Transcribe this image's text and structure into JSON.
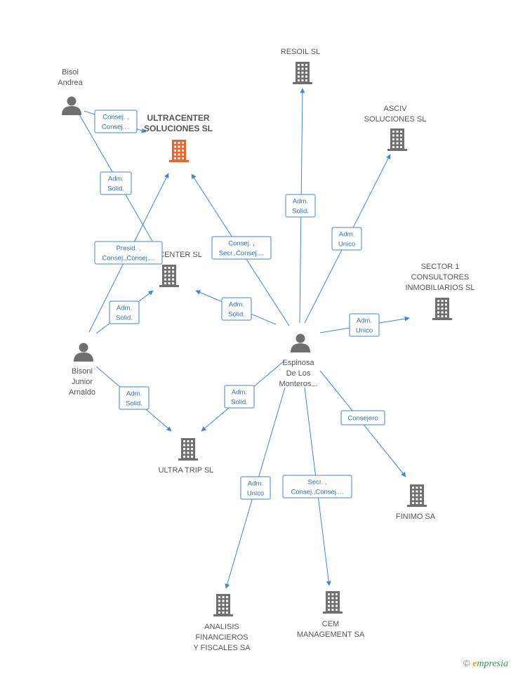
{
  "colors": {
    "edge": "#3f86d9",
    "building": "#6f6f6f",
    "main_building": "#f2622e",
    "person": "#6f6f6f"
  },
  "nodes": [
    {
      "id": "bisol",
      "kind": "person",
      "label": [
        "Bisol",
        "Andrea"
      ]
    },
    {
      "id": "ultracenter_soluciones",
      "kind": "company",
      "main": true,
      "label": [
        "ULTRACENTER",
        "SOLUCIONES SL"
      ]
    },
    {
      "id": "resoil",
      "kind": "company",
      "label": [
        "RESOIL SL"
      ]
    },
    {
      "id": "asciv",
      "kind": "company",
      "label": [
        "ASCIV",
        "SOLUCIONES SL"
      ]
    },
    {
      "id": "ultracenter_sl",
      "kind": "company",
      "label": [
        "CENTER SL"
      ]
    },
    {
      "id": "sector1",
      "kind": "company",
      "label": [
        "SECTOR 1",
        "CONSULTORES",
        "INMOBILIARIOS SL"
      ]
    },
    {
      "id": "bisoni",
      "kind": "person",
      "label": [
        "Bisoni",
        "Junior",
        "Arnaldo"
      ]
    },
    {
      "id": "espinosa",
      "kind": "person",
      "label": [
        "Espinosa",
        "De Los",
        "Monteros..."
      ]
    },
    {
      "id": "ultratrip",
      "kind": "company",
      "label": [
        "ULTRA TRIP SL"
      ]
    },
    {
      "id": "finimo",
      "kind": "company",
      "label": [
        "FINIMO SA"
      ]
    },
    {
      "id": "analisis",
      "kind": "company",
      "label": [
        "ANALISIS",
        "FINANCIEROS",
        "Y FISCALES SA"
      ]
    },
    {
      "id": "cem",
      "kind": "company",
      "label": [
        "CEM",
        "MANAGEMENT SA"
      ]
    }
  ],
  "edges": [
    {
      "from": "bisol",
      "to": "ultracenter_soluciones",
      "label": [
        "Consej. ,",
        "Consej...."
      ]
    },
    {
      "from": "bisol",
      "to": "ultracenter_sl",
      "label": [
        "Adm.",
        "Solid."
      ]
    },
    {
      "from": "bisoni",
      "to": "ultracenter_soluciones",
      "label": [
        "Presid. ,",
        "Consej.,Consej...."
      ]
    },
    {
      "from": "bisoni",
      "to": "ultracenter_sl",
      "label": [
        "Adm.",
        "Solid."
      ]
    },
    {
      "from": "bisoni",
      "to": "ultratrip",
      "label": [
        "Adm.",
        "Solid."
      ]
    },
    {
      "from": "espinosa",
      "to": "ultracenter_soluciones",
      "label": [
        "Consej. ,",
        "Secr.,Consej...."
      ]
    },
    {
      "from": "espinosa",
      "to": "ultracenter_sl",
      "label": [
        "Adm.",
        "Solid."
      ]
    },
    {
      "from": "espinosa",
      "to": "resoil",
      "label": [
        "Adm.",
        "Solid."
      ]
    },
    {
      "from": "espinosa",
      "to": "asciv",
      "label": [
        "Adm.",
        "Unico"
      ]
    },
    {
      "from": "espinosa",
      "to": "sector1",
      "label": [
        "Adm.",
        "Unico"
      ]
    },
    {
      "from": "espinosa",
      "to": "ultratrip",
      "label": [
        "Adm.",
        "Solid."
      ]
    },
    {
      "from": "espinosa",
      "to": "finimo",
      "label": [
        "Consejero"
      ]
    },
    {
      "from": "espinosa",
      "to": "analisis",
      "label": [
        "Adm.",
        "Unico"
      ]
    },
    {
      "from": "espinosa",
      "to": "cem",
      "label": [
        "Secr. ,",
        "Consej.,Consej...."
      ]
    }
  ],
  "footer": {
    "copyright": "©",
    "brand_initial": "e",
    "brand_rest": "mpresia"
  }
}
